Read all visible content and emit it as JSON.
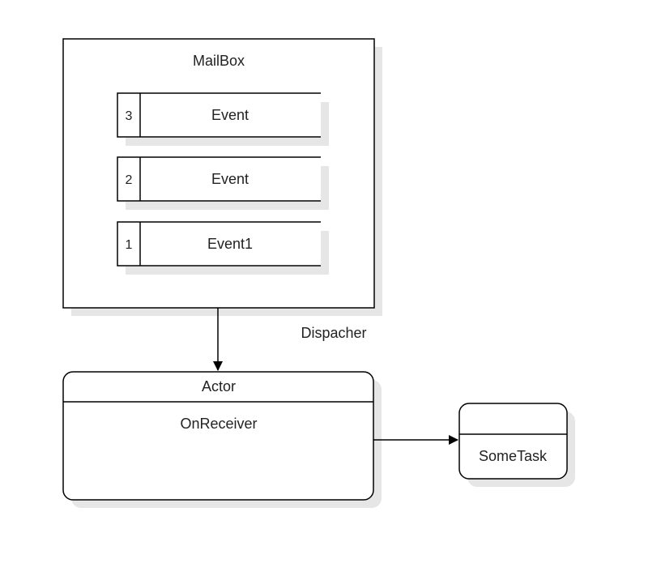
{
  "mailbox": {
    "title": "MailBox",
    "events": [
      {
        "index": "3",
        "label": "Event"
      },
      {
        "index": "2",
        "label": "Event"
      },
      {
        "index": "1",
        "label": "Event1"
      }
    ]
  },
  "dispatcher": {
    "label": "Dispacher"
  },
  "actor": {
    "title": "Actor",
    "body": "OnReceiver"
  },
  "task": {
    "label": "SomeTask"
  },
  "colors": {
    "stroke": "#000000",
    "shadow": "#e6e6e6",
    "background": "#ffffff"
  }
}
